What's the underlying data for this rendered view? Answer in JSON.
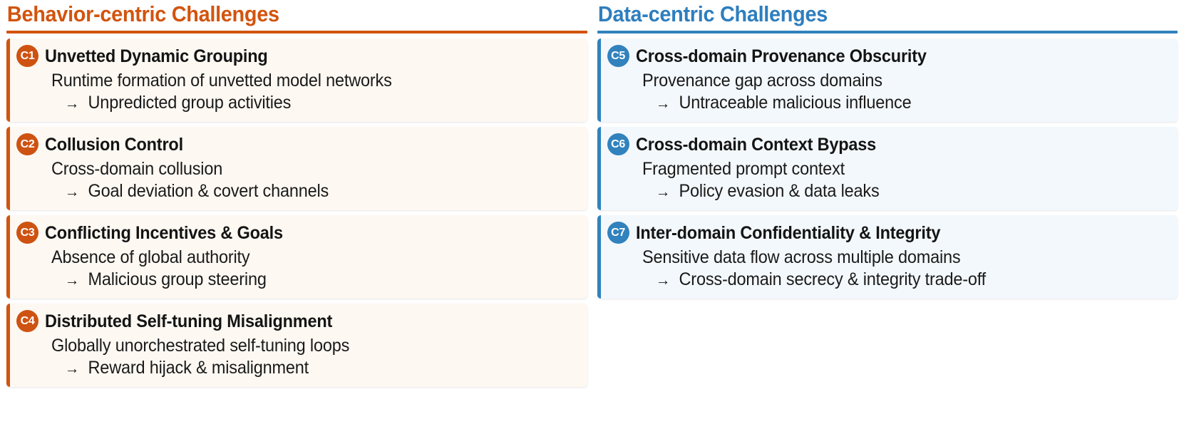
{
  "columns": [
    {
      "id": "behavior-centric",
      "header": "Behavior-centric Challenges",
      "accent_color": "#D2540E",
      "card_bg": "#FDF8F2",
      "cards": [
        {
          "badge": "C1",
          "title": "Unvetted Dynamic Grouping",
          "description": "Runtime formation of unvetted model networks",
          "arrow": "→",
          "impact": "Unpredicted group activities"
        },
        {
          "badge": "C2",
          "title": "Collusion Control",
          "description": "Cross-domain collusion",
          "arrow": "→",
          "impact": "Goal deviation & covert channels"
        },
        {
          "badge": "C3",
          "title": "Conflicting Incentives & Goals",
          "description": "Absence of global authority",
          "arrow": "→",
          "impact": "Malicious group steering"
        },
        {
          "badge": "C4",
          "title": "Distributed Self-tuning Misalignment",
          "description": "Globally unorchestrated self-tuning loops",
          "arrow": "→",
          "impact": "Reward hijack & misalignment"
        }
      ]
    },
    {
      "id": "data-centric",
      "header": "Data-centric Challenges",
      "accent_color": "#3182BD",
      "card_bg": "#F3F8FC",
      "cards": [
        {
          "badge": "C5",
          "title": "Cross-domain Provenance Obscurity",
          "description": "Provenance gap across domains",
          "arrow": "→",
          "impact": "Untraceable malicious influence"
        },
        {
          "badge": "C6",
          "title": "Cross-domain Context Bypass",
          "description": "Fragmented prompt context",
          "arrow": "→",
          "impact": "Policy evasion & data leaks"
        },
        {
          "badge": "C7",
          "title": "Inter-domain Confidentiality & Integrity",
          "description": "Sensitive data flow across multiple domains",
          "arrow": "→",
          "impact": "Cross-domain secrecy & integrity trade-off"
        }
      ]
    }
  ]
}
